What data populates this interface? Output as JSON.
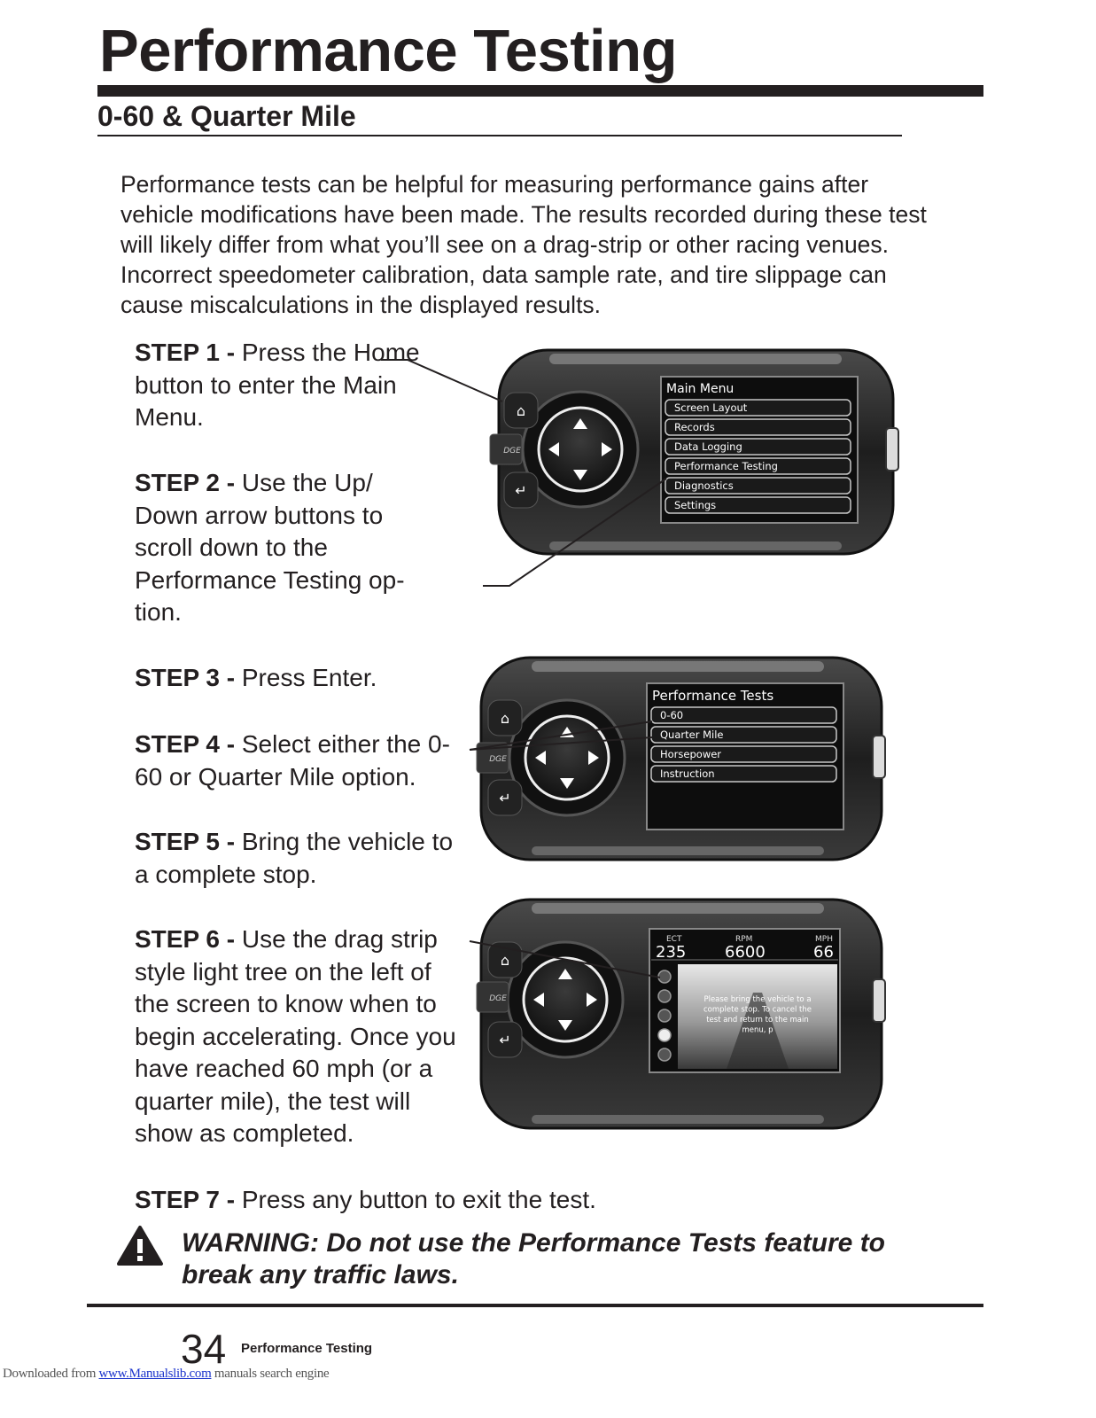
{
  "header": {
    "title": "Performance Testing",
    "subtitle": "0-60 & Quarter Mile"
  },
  "intro": "Performance tests can be helpful for measuring performance gains after vehicle modifications have been made.  The results recorded during these test will likely differ from what you’ll see on a drag-strip or other racing venues.  Incorrect speedometer calibration, data sample rate, and tire slippage can cause miscalculations in the displayed results.",
  "steps": [
    {
      "label": "STEP 1 -",
      "text": "Press the Home button to enter the Main Menu."
    },
    {
      "label": "STEP 2 -",
      "text": "Use the Up/ Down arrow buttons to scroll down to the Performance Testing op-tion."
    },
    {
      "label": "STEP 3 -",
      "text": "Press Enter."
    },
    {
      "label": "STEP 4 -",
      "text": "Select either the 0-60 or Quarter Mile option."
    },
    {
      "label": "STEP 5 -",
      "text": "Bring the vehicle to a complete stop."
    },
    {
      "label": "STEP 6 -",
      "text": "Use the drag strip style light tree on the left of the screen to know when to begin accelerating.  Once you have reached 60 mph (or a quarter mile), the test will show as completed."
    },
    {
      "label": "STEP 7 -",
      "text": "Press any button to exit the test."
    }
  ],
  "device1": {
    "screen_title": "Main Menu",
    "items": [
      "Screen Layout",
      "Records",
      "Data Logging",
      "Performance Testing",
      "Diagnostics",
      "Settings"
    ]
  },
  "device2": {
    "screen_title": "Performance Tests",
    "items": [
      "0-60",
      "Quarter Mile",
      "Horsepower",
      "Instruction"
    ]
  },
  "device3": {
    "gauges": [
      {
        "label": "ECT",
        "value": "235"
      },
      {
        "label": "RPM",
        "value": "6600"
      },
      {
        "label": "MPH",
        "value": "66"
      }
    ],
    "message": "Please bring the vehicle to a complete stop.  To cancel the test and return to the main menu, p"
  },
  "device_logo": "DGE",
  "warning": "WARNING: Do not use the Performance Tests feature to break any traffic laws.",
  "footer": {
    "page_number": "34",
    "section": "Performance Testing",
    "downloaded_prefix": "Downloaded from ",
    "link_text": "www.Manualslib.com",
    "suffix": " manuals search engine"
  },
  "colors": {
    "text": "#231f20",
    "device_body": "#2a2a2a",
    "screen_bg": "#0d0d0d",
    "menu_item_border": "#c8c8c8"
  }
}
